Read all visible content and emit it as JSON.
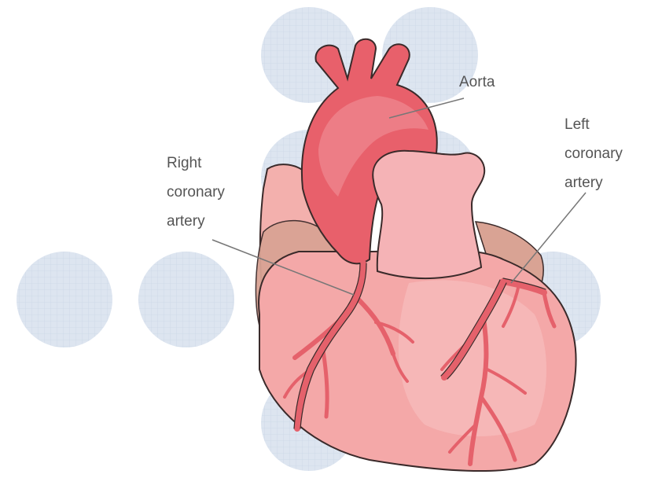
{
  "diagram": {
    "labels": {
      "aorta": "Aorta",
      "left_coronary": [
        "Left",
        "coronary",
        "artery"
      ],
      "right_coronary": [
        "Right",
        "coronary",
        "artery"
      ]
    },
    "colors": {
      "background_circle": "#dde5f0",
      "circle_grid": "#cfd9e8",
      "aorta": "#e8606b",
      "aorta_highlight": "#f08a92",
      "heart_body": "#f4a8a8",
      "heart_highlight": "#f8c2c2",
      "pulmonary_trunk": "#f5b3b6",
      "atrium": "#d9a394",
      "artery": "#e5616b",
      "outline": "#3a2a2a",
      "leader_line": "#777777"
    }
  }
}
